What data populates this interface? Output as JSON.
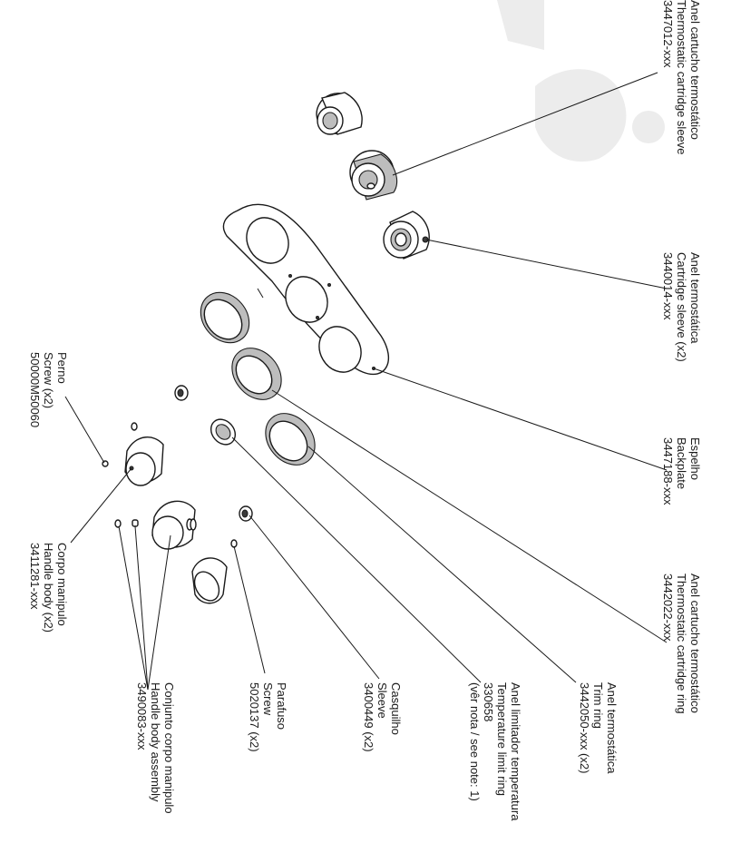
{
  "callouts": [
    {
      "id": "thermostatic-cartridge-sleeve",
      "lines": [
        "Anel cartucho termostático",
        "Thermostatic cartridge sleeve",
        "3447012-xxx"
      ]
    },
    {
      "id": "cartridge-sleeve",
      "lines": [
        "Anel termostática",
        "Cartridge sleeve (x2)",
        "3440014-xxx"
      ]
    },
    {
      "id": "backplate",
      "lines": [
        "Espelho",
        "Backplate",
        "3447188-xxx"
      ]
    },
    {
      "id": "thermostatic-cartridge-ring",
      "lines": [
        "Anel cartucho termostático",
        "Thermostatic cartridge ring",
        "3442022-xxx"
      ]
    },
    {
      "id": "trim-ring",
      "lines": [
        "Anel termostática",
        "Trim ring",
        "3442050-xxx (x2)"
      ]
    },
    {
      "id": "temperature-limit-ring",
      "lines": [
        "Anel limitador temperatura",
        "Temperature limit ring",
        "330658",
        "(vêr nota / see note: 1)"
      ]
    },
    {
      "id": "sleeve",
      "lines": [
        "Casquilho",
        "Sleeve",
        "3400449 (x2)"
      ]
    },
    {
      "id": "screw-5020137",
      "lines": [
        "Parafuso",
        "Screw",
        "5020137 (x2)"
      ]
    },
    {
      "id": "handle-body-assembly",
      "lines": [
        "Conjunto corpo manipulo",
        "Handle body assembly",
        "3490083-xxx"
      ]
    },
    {
      "id": "handle-body",
      "lines": [
        "Corpo manipulo",
        "Handle body (x2)",
        "3411281-xxx"
      ]
    },
    {
      "id": "pin-screw",
      "lines": [
        "Perno",
        "Screw (x2)",
        "50000M50060"
      ]
    }
  ]
}
